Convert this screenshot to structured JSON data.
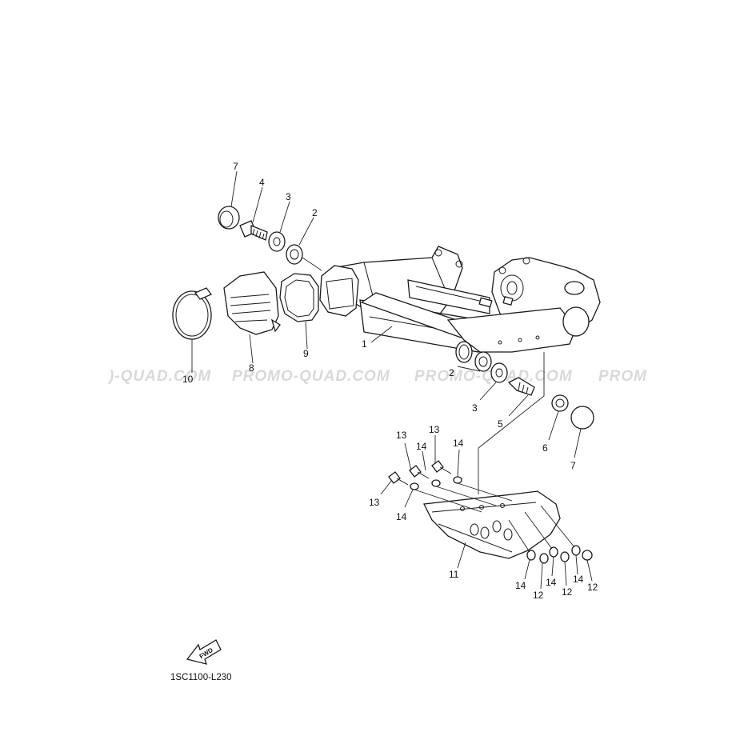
{
  "watermark": {
    "text_left_fragment": ")-QUAD.COM",
    "text_center": "PROMO-QUAD.COM",
    "text_right": "PROMO-QUAD.COM",
    "text_right_fragment": "PROM"
  },
  "callouts": {
    "c7_top": "7",
    "c4": "4",
    "c3_top": "3",
    "c2_top": "2",
    "c10": "10",
    "c8": "8",
    "c9": "9",
    "c1": "1",
    "c2_mid": "2",
    "c3_mid": "3",
    "c5": "5",
    "c6": "6",
    "c7_right": "7",
    "c13_a": "13",
    "c13_b": "13",
    "c13_c": "13",
    "c14_a": "14",
    "c14_b": "14",
    "c14_c": "14",
    "c11": "11",
    "c14_d": "14",
    "c14_e": "14",
    "c14_f": "14",
    "c12_a": "12",
    "c12_b": "12",
    "c12_c": "12"
  },
  "fwd_label": "FWD",
  "diagram_code": "1SC1100-L230",
  "colors": {
    "ink": "#1a1a1a",
    "watermark": "#d9d9d9",
    "background": "#ffffff"
  }
}
